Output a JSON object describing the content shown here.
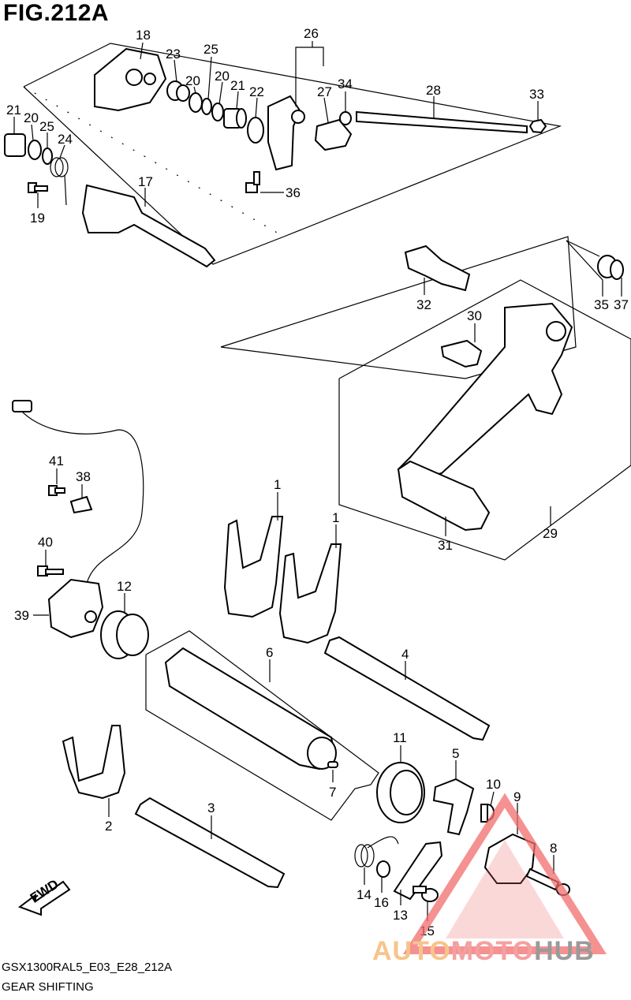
{
  "figure": {
    "title": "FIG.212A",
    "model_code": "GSX1300RAL5_E03_E28_212A",
    "caption": "GEAR SHIFTING",
    "fwd_label": "FWD"
  },
  "watermark": {
    "part1": "AUTO",
    "part2": "MOTO",
    "part3": "HUB",
    "colors": {
      "auto": "#f7c48a",
      "moto": "#f4a0a0",
      "hub": "#9a9a9a",
      "triangle": "#f26d6d"
    }
  },
  "callouts": [
    {
      "id": "c18",
      "text": "18"
    },
    {
      "id": "c23",
      "text": "23"
    },
    {
      "id": "c20a",
      "text": "20"
    },
    {
      "id": "c25a",
      "text": "25"
    },
    {
      "id": "c20b",
      "text": "20"
    },
    {
      "id": "c21a",
      "text": "21"
    },
    {
      "id": "c22",
      "text": "22"
    },
    {
      "id": "c26",
      "text": "26"
    },
    {
      "id": "c27",
      "text": "27"
    },
    {
      "id": "c34",
      "text": "34"
    },
    {
      "id": "c28",
      "text": "28"
    },
    {
      "id": "c33",
      "text": "33"
    },
    {
      "id": "c21b",
      "text": "21"
    },
    {
      "id": "c20c",
      "text": "20"
    },
    {
      "id": "c25b",
      "text": "25"
    },
    {
      "id": "c24",
      "text": "24"
    },
    {
      "id": "c17",
      "text": "17"
    },
    {
      "id": "c19",
      "text": "19"
    },
    {
      "id": "c36",
      "text": "36"
    },
    {
      "id": "c32",
      "text": "32"
    },
    {
      "id": "c35",
      "text": "35"
    },
    {
      "id": "c37",
      "text": "37"
    },
    {
      "id": "c30",
      "text": "30"
    },
    {
      "id": "c41",
      "text": "41"
    },
    {
      "id": "c38",
      "text": "38"
    },
    {
      "id": "c1a",
      "text": "1"
    },
    {
      "id": "c1b",
      "text": "1"
    },
    {
      "id": "c29",
      "text": "29"
    },
    {
      "id": "c31",
      "text": "31"
    },
    {
      "id": "c40",
      "text": "40"
    },
    {
      "id": "c12",
      "text": "12"
    },
    {
      "id": "c39",
      "text": "39"
    },
    {
      "id": "c6",
      "text": "6"
    },
    {
      "id": "c4",
      "text": "4"
    },
    {
      "id": "c11",
      "text": "11"
    },
    {
      "id": "c5",
      "text": "5"
    },
    {
      "id": "c7",
      "text": "7"
    },
    {
      "id": "c10",
      "text": "10"
    },
    {
      "id": "c9",
      "text": "9"
    },
    {
      "id": "c8",
      "text": "8"
    },
    {
      "id": "c2",
      "text": "2"
    },
    {
      "id": "c3",
      "text": "3"
    },
    {
      "id": "c14",
      "text": "14"
    },
    {
      "id": "c16",
      "text": "16"
    },
    {
      "id": "c13",
      "text": "13"
    },
    {
      "id": "c15",
      "text": "15"
    }
  ]
}
